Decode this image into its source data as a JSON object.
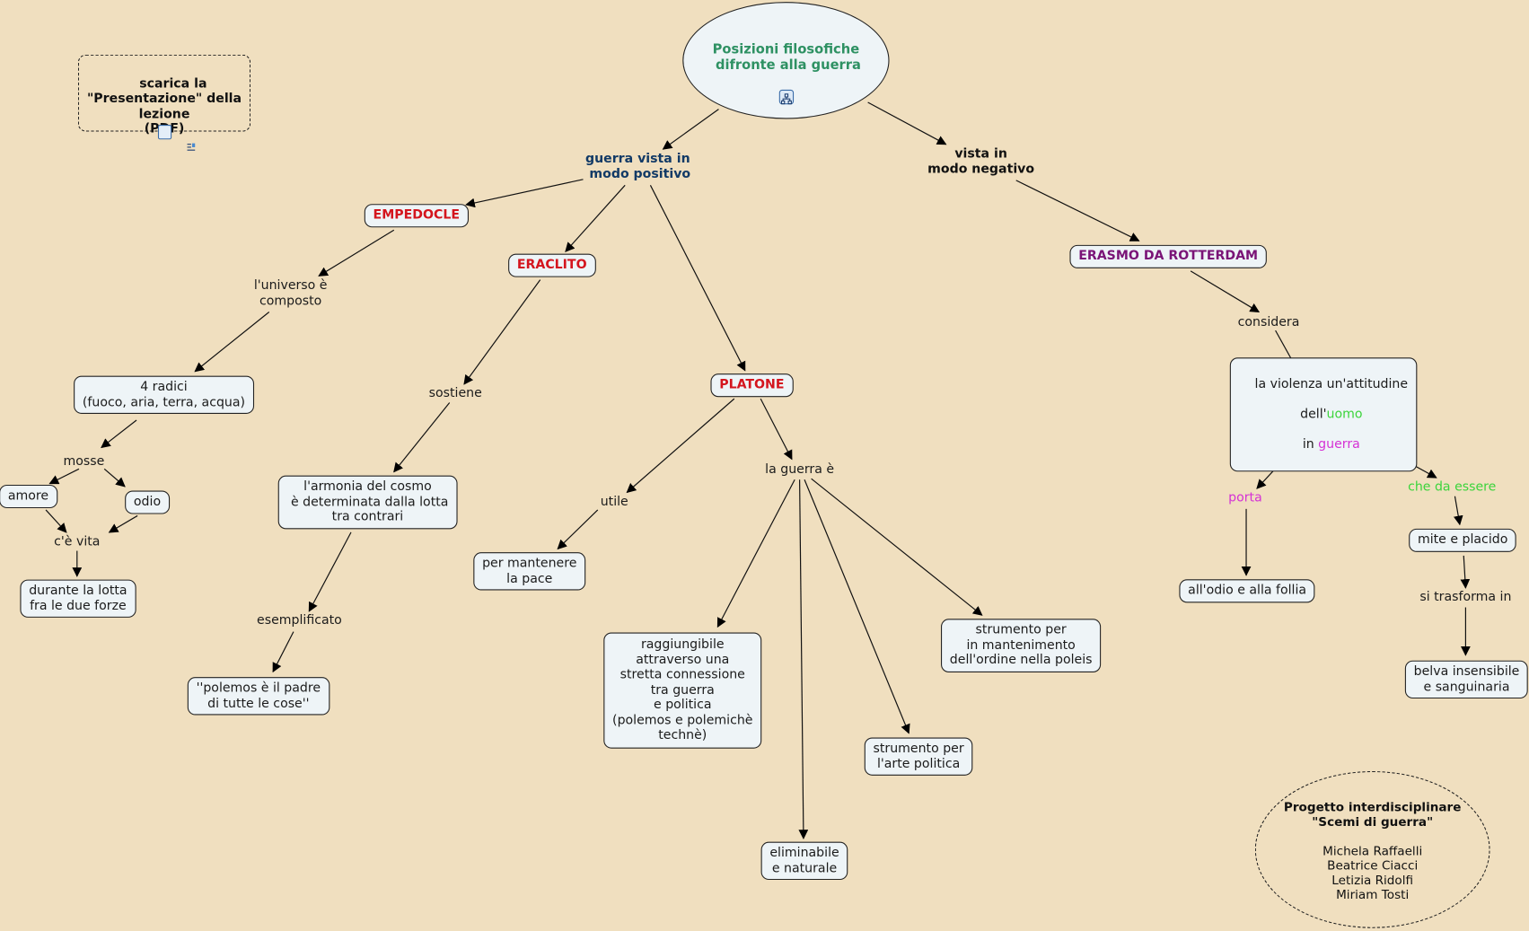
{
  "map": {
    "title": "Posizioni filosofiche\n difronte alla guerra",
    "download_note": "scarica la\n\"Presentazione\" della\nlezione\n(PDF)",
    "credits": {
      "title": "Progetto interdisciplinare\n\"Scemi di guerra\"",
      "names": "Michela Raffaelli\nBeatrice Ciacci\nLetizia Ridolfi\nMiriam Tosti"
    },
    "branches": {
      "positive": "guerra vista in\n modo positivo",
      "negative": "vista in\nmodo negativo"
    },
    "philosophers": {
      "empedocle": "EMPEDOCLE",
      "eraclito": "ERACLITO",
      "platone": "PLATONE",
      "erasmo": "ERASMO DA ROTTERDAM"
    },
    "empedocle": {
      "link1": "l'universo è\ncomposto",
      "radici": "4 radici\n(fuoco, aria, terra, acqua)",
      "link2": "mosse",
      "amore": "amore",
      "odio": "odio",
      "link3": "c'è vita",
      "forze": "durante la lotta\nfra le due forze"
    },
    "eraclito": {
      "link1": "sostiene",
      "armonia": "l'armonia del cosmo\n è determinata dalla lotta\ntra contrari",
      "link2": "esemplificato",
      "polemos": "''polemos è il padre\ndi tutte le cose''"
    },
    "platone": {
      "link_utile": "utile",
      "pace": "per mantenere\nla pace",
      "link_guerra": "la guerra è",
      "raggiungibile": "raggiungibile\nattraverso una\nstretta connessione\ntra guerra\ne politica\n(polemos e polemichè\ntechnè)",
      "eliminabile": "eliminabile\ne naturale",
      "arte": "strumento per\nl'arte politica",
      "ordine": "strumento per\nin mantenimento\ndell'ordine nella poleis"
    },
    "erasmo": {
      "link1": "considera",
      "violenza_line1": "la violenza un'attitudine",
      "violenza_dell": "dell'",
      "violenza_uomo": "uomo",
      "violenza_in": "in ",
      "violenza_guerra": "guerra",
      "link_porta": "porta",
      "odio_follia": "all'odio e alla follia",
      "link_essere": "che da essere",
      "mite": "mite e placido",
      "link_trasforma": "si trasforma in",
      "belva": "belva insensibile\ne sanguinaria"
    },
    "colors": {
      "background": "#f0dfbf",
      "node_fill": "#eef4f7",
      "title_text": "#2e9163",
      "philosopher_red": "#d4151e",
      "erasmo_purple": "#7a1477",
      "positive_blue": "#123a66",
      "green_word": "#3cd43c",
      "magenta_word": "#d531d5"
    }
  }
}
